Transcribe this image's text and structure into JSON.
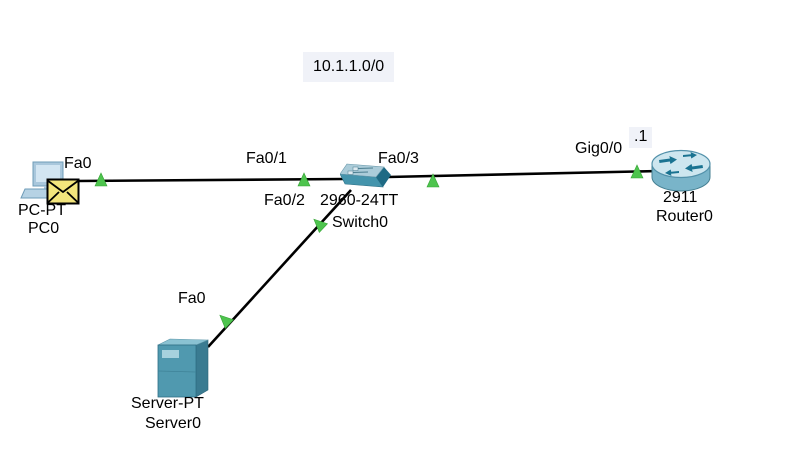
{
  "colors": {
    "background": "#ffffff",
    "link": "#000000",
    "status_up_green": "#4ec44e",
    "label_bg": "#f0f2f8",
    "device_teal": "#4a96ad",
    "device_teal_dark": "#256d86",
    "device_teal_light": "#abccd9",
    "envelope_yellow": "#f3e57c"
  },
  "annotation": {
    "network_label": "10.1.1.0/0"
  },
  "devices": {
    "pc0": {
      "model": "PC-PT",
      "name": "PC0",
      "port": "Fa0"
    },
    "switch0": {
      "model": "2960-24TT",
      "name": "Switch0",
      "port_left": "Fa0/1",
      "port_bottom": "Fa0/2",
      "port_right": "Fa0/3"
    },
    "router0": {
      "model": "2911",
      "name": "Router0",
      "port": "Gig0/0",
      "ip_label": ".1"
    },
    "server0": {
      "model": "Server-PT",
      "name": "Server0",
      "port": "Fa0"
    }
  }
}
